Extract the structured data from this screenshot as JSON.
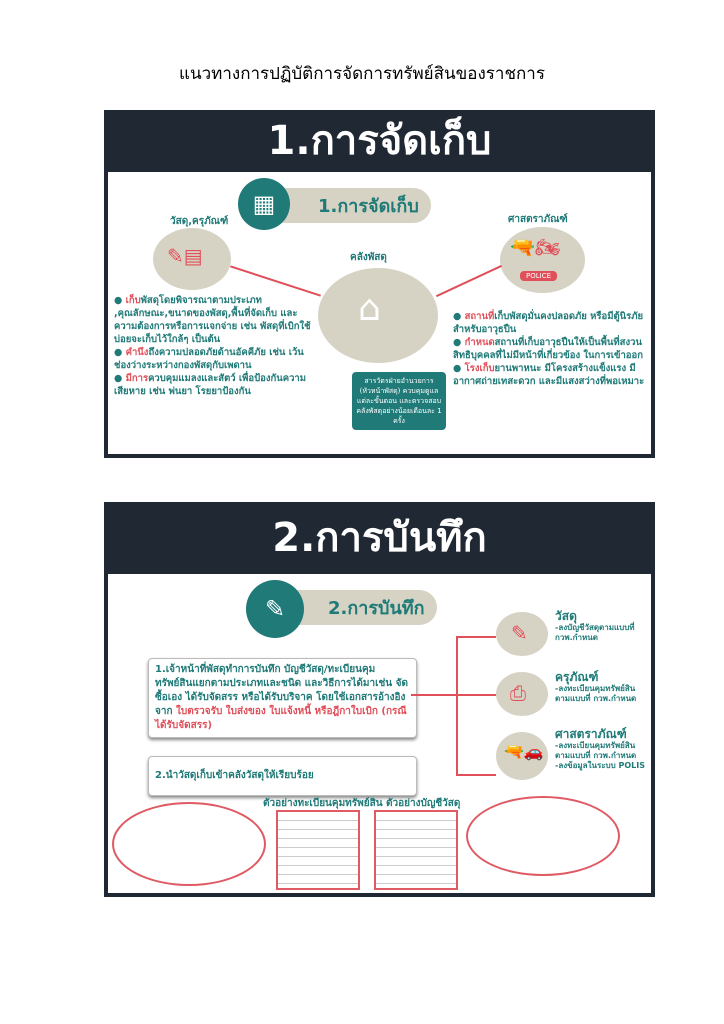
{
  "document_title": "แนวทางการปฏิบัติการจัดการทรัพย์สินของราชการ",
  "section1": {
    "header": "1.การจัดเก็บ",
    "pill": "1.การจัดเก็บ",
    "left_label": "วัสดุ,ครุภัณฑ์",
    "center_label": "คลังพัสดุ",
    "right_label": "ศาสตราภัณฑ์",
    "police_text": "POLICE",
    "center_box": "สารวัตรฝ่ายอำนวยการ (หัวหน้าพัสดุ) ควบคุมดูแลแต่ละขั้นตอน และตรวจสอบคลังพัสดุอย่างน้อยเดือนละ 1 ครั้ง",
    "left_points": [
      {
        "hl": "เก็บ",
        "text": "พัสดุโดยพิจารณาตามประเภท ,คุณลักษณะ,ขนาดของพัสดุ,พื้นที่จัดเก็บ และความต้องการหรือการแจกจ่าย เช่น พัสดุที่เบิกใช้บ่อยจะเก็บไว้ใกล้ๆ เป็นต้น"
      },
      {
        "hl": "คำนึง",
        "text": "ถึงความปลอดภัยด้านอัคคีภัย เช่น เว้นช่องว่างระหว่างกองพัสดุกับเพดาน"
      },
      {
        "hl": "มีการ",
        "text": "ควบคุมแมลงและสัตว์ เพื่อป้องกันความเสียหาย เช่น พ่นยา โรยยาป้องกัน"
      }
    ],
    "right_points": [
      {
        "hl": "สถานที่",
        "text": "เก็บพัสดุมั่นคงปลอดภัย หรือมีตู้นิรภัยสำหรับอาวุธปืน"
      },
      {
        "hl": "กำหนด",
        "text": "สถานที่เก็บอาวุธปืนให้เป็นพื้นที่สงวนสิทธิบุคคลที่ไม่มีหน้าที่เกี่ยวข้อง ในการเข้าออก"
      },
      {
        "hl": "โรงเก็บ",
        "text": "ยานพาหนะ มีโครงสร้างแข็งแรง มีอากาศถ่ายเทสะดวก และมีแสงสว่างที่พอเหมาะ"
      }
    ]
  },
  "section2": {
    "header": "2.การบันทึก",
    "pill": "2.การบันทึก",
    "box1_main": "1.เจ้าหน้าที่พัสดุทำการบันทึก บัญชีวัสดุ/ทะเบียนคุมทรัพย์สินแยกตามประเภทและชนิด และวิธีการได้มาเช่น จัดซื้อเอง ได้รับจัดสรร หรือได้รับบริจาค โดยใช้เอกสารอ้างอิงจาก ",
    "box1_highlight": "ใบตรวจรับ ใบส่งของ ใบแจ้งหนี้ หรือฎีกาใบเบิก (กรณีได้รับจัดสรร)",
    "box2": "2.นำวัสดุเก็บเข้าคลังวัสดุให้เรียบร้อย",
    "items": [
      {
        "title": "วัสดุ",
        "desc": "-ลงบัญชีวัสดุตามแบบที่ กวพ.กำหนด"
      },
      {
        "title": "ครุภัณฑ์",
        "desc": "-ลงทะเบียนคุมทรัพย์สินตามแบบที่ กวพ.กำหนด"
      },
      {
        "title": "ศาสตราภัณฑ์",
        "desc": "-ลงทะเบียนคุมทรัพย์สินตามแบบที่ กวพ.กำหนด -ลงข้อมูลในระบบ POLIS"
      }
    ],
    "example1": "ตัวอย่างทะเบียนคุมทรัพย์สิน",
    "example2": "ตัวอย่างบัญชีวัสดุ"
  }
}
